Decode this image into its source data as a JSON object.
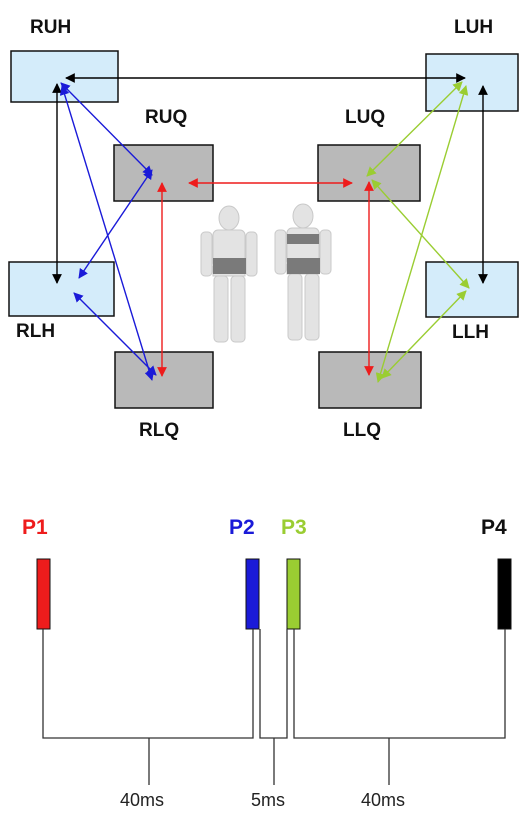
{
  "regions": {
    "ruh": "RUH",
    "luh": "LUH",
    "ruq": "RUQ",
    "luq": "LUQ",
    "rlh": "RLH",
    "llh": "LLH",
    "rlq": "RLQ",
    "llq": "LLQ"
  },
  "pulses": [
    {
      "label": "P1",
      "color": "#ee1c1c"
    },
    {
      "label": "P2",
      "color": "#1a1ad8"
    },
    {
      "label": "P3",
      "color": "#9acd32"
    },
    {
      "label": "P4",
      "color": "#000000"
    }
  ],
  "intervals": [
    "40ms",
    "5ms",
    "40ms"
  ],
  "colors": {
    "hand_box": "#d4ecfa",
    "quad_box": "#b9b9b9",
    "black_arrow": "#000000",
    "red_arrow": "#ee1c1c",
    "blue_arrow": "#1a1ad8",
    "green_arrow": "#9acd32"
  }
}
